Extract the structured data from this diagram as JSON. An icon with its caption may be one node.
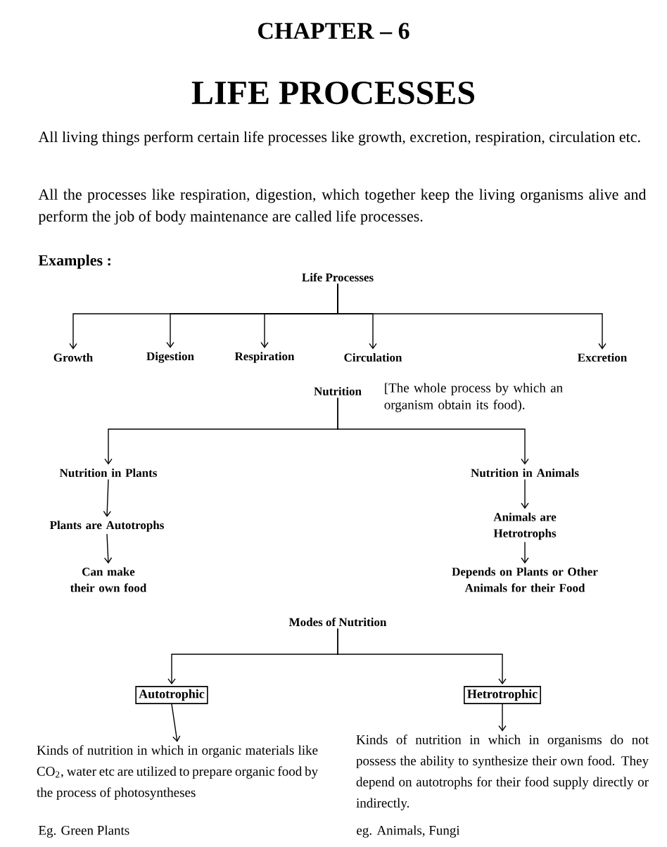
{
  "diagram": {
    "title": "LIFE PROCESSES",
    "nodes": [
      {
        "text": [
          "Life Processes"
        ]
      },
      {
        "text": [
          "Growth"
        ]
      },
      {
        "text": [
          "Digestion"
        ]
      },
      {
        "text": [
          "Respiration"
        ]
      },
      {
        "text": [
          "Circulation"
        ]
      },
      {
        "text": [
          "Excretion"
        ]
      },
      {
        "text": [
          "Nutrition"
        ],
        "beside": [
          "[The whole process by which an organism obtain its food)."
        ]
      },
      {
        "text": [
          "Nutrition in Plants"
        ]
      },
      {
        "text": [
          "Nutrition in Animals"
        ]
      },
      {
        "text": [
          "Plants are Autotrophs"
        ]
      },
      {
        "text": [
          "Animals are Hetrotrophs"
        ]
      },
      {
        "text": [
          "Can make their own food"
        ]
      },
      {
        "text": [
          "Depends on Plants or Other Animals for their Food"
        ]
      },
      {
        "text": [
          "Modes of Nutrition"
        ]
      },
      {
        "text": [
          "Autotrophic"
        ]
      },
      {
        "text": [
          "Hetrotrophic"
        ]
      },
      {
        "text": [
          "Kinds of nutrition in which in organic materials like CO$_{2}$, water etc are utilized to prepare organic food by the process of photosyntheses"
        ]
      },
      {
        "text": [
          "Kinds of nutrition in which in organisms do not possess the ability to synthesize their own food. They depend on autotrophs for their food supply directly or indirectly."
        ]
      }
    ],
    "edges": [
      {
        "from": 0,
        "to": 1,
        "arrow": "to"
      },
      {
        "from": 0,
        "to": 2,
        "arrow": "to"
      },
      {
        "from": 0,
        "to": 3,
        "arrow": "to"
      },
      {
        "from": 0,
        "to": 4,
        "arrow": "to"
      },
      {
        "from": 0,
        "to": 5,
        "arrow": "to"
      },
      {
        "from": 6,
        "to": 7,
        "arrow": "to"
      },
      {
        "from": 6,
        "to": 8,
        "arrow": "to"
      },
      {
        "from": 7,
        "to": 9,
        "arrow": "to"
      },
      {
        "from": 9,
        "to": 11,
        "arrow": "to"
      },
      {
        "from": 8,
        "to": 10,
        "arrow": "to"
      },
      {
        "from": 10,
        "to": 12,
        "arrow": "to"
      },
      {
        "from": 13,
        "to": 14,
        "arrow": "to"
      },
      {
        "from": 13,
        "to": 15,
        "arrow": "to"
      },
      {
        "from": 14,
        "to": 16,
        "arrow": "to"
      },
      {
        "from": 15,
        "to": 17,
        "arrow": "to"
      }
    ],
    "labels": [
      "CHAPTER – 6",
      "All living things perform certain life processes like growth, excretion, respiration, circulation etc.",
      "All the processes like respiration, digestion, which together keep the living organisms alive and perform the job of body maintenance are called life processes.",
      "Examples :",
      "Eg. Green Plants",
      "eg. Animals, Fungi"
    ]
  }
}
